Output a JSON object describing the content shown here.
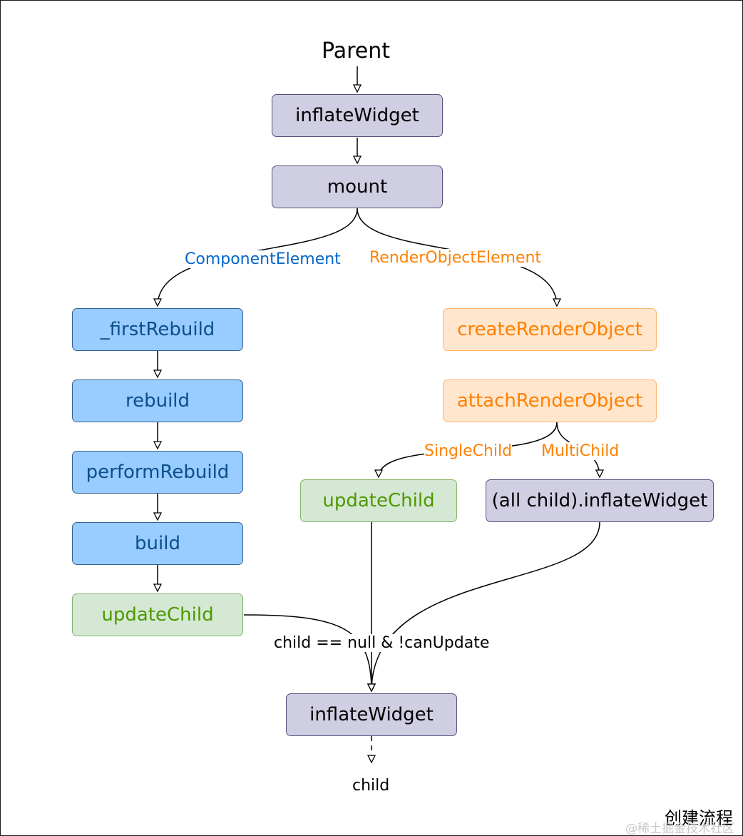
{
  "diagram": {
    "top_label": "Parent",
    "bottom_label": "child",
    "caption": "创建流程",
    "watermark": "@稀土掘金技术社区",
    "nodes": {
      "inflate_top": "inflateWidget",
      "mount": "mount",
      "first_rebuild": "_firstRebuild",
      "rebuild": "rebuild",
      "perform_rebuild": "performRebuild",
      "build": "build",
      "update_child_left": "updateChild",
      "create_render_object": "createRenderObject",
      "attach_render_object": "attachRenderObject",
      "update_child_right": "updateChild",
      "all_child_inflate": "(all child).inflateWidget",
      "inflate_bottom": "inflateWidget"
    },
    "edge_labels": {
      "component_element": "ComponentElement",
      "render_object_element": "RenderObjectElement",
      "single_child": "SingleChild",
      "multi_child": "MultiChild",
      "condition": "child == null & !canUpdate"
    },
    "colors": {
      "purple_fill": "#d0cee2",
      "blue_fill": "#99ccff",
      "green_fill": "#d5e8d4",
      "orange_fill": "#ffe6cc",
      "component_label": "#0066cc",
      "render_object_label": "#ff8000"
    }
  }
}
